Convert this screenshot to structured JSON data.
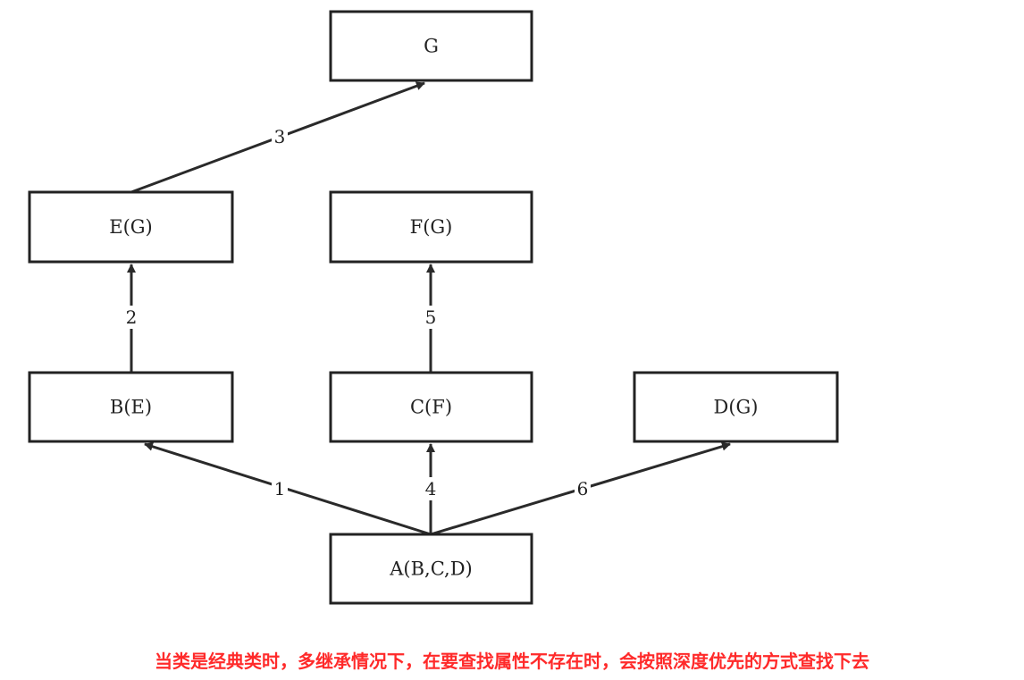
{
  "diagram": {
    "nodes": [
      {
        "id": "G",
        "label": "G"
      },
      {
        "id": "E",
        "label": "E(G)"
      },
      {
        "id": "F",
        "label": "F(G)"
      },
      {
        "id": "B",
        "label": "B(E)"
      },
      {
        "id": "C",
        "label": "C(F)"
      },
      {
        "id": "D",
        "label": "D(G)"
      },
      {
        "id": "A",
        "label": "A(B,C,D)"
      }
    ],
    "edges": [
      {
        "from": "A",
        "to": "B",
        "label": "1"
      },
      {
        "from": "B",
        "to": "E",
        "label": "2"
      },
      {
        "from": "E",
        "to": "G",
        "label": "3"
      },
      {
        "from": "A",
        "to": "C",
        "label": "4"
      },
      {
        "from": "C",
        "to": "F",
        "label": "5"
      },
      {
        "from": "A",
        "to": "D",
        "label": "6"
      }
    ],
    "colors": {
      "node_border": "#222222",
      "edge": "#2a2a2a",
      "caption": "#ff2a2a"
    }
  },
  "caption": "当类是经典类时，多继承情况下，在要查找属性不存在时，会按照深度优先的方式查找下去"
}
